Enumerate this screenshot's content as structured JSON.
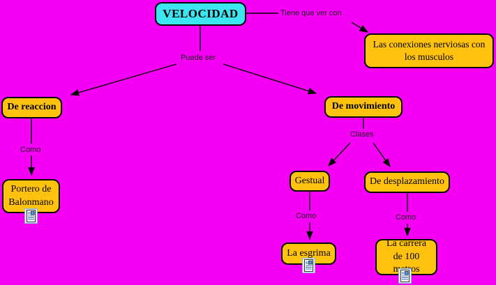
{
  "diagram": {
    "type": "concept-map",
    "colors": {
      "background": "#F500F5",
      "node_fill": "#FFC20E",
      "root_node_fill": "#3CE6F0",
      "border": "#000000",
      "link_line": "#000000"
    },
    "nodes": {
      "velocidad": "VELOCIDAD",
      "conexiones": "Las conexiones nerviosas con los musculos",
      "de_reaccion": "De reaccion",
      "de_movimiento": "De movimiento",
      "portero": "Portero de Balonmano",
      "gestual": "Gestual",
      "desplazamiento": "De desplazamiento",
      "esgrima": "La esgrima",
      "carrera": "La carrera de 100 metros"
    },
    "link_labels": {
      "tiene_que_ver_con": "Tiene que ver con",
      "puede_ser": "Puede ser",
      "como_reaccion": "Como",
      "clases": "Clases",
      "como_gestual": "Como",
      "como_desplazamiento": "Como"
    },
    "icons": {
      "resource_icon": "document-with-image"
    }
  }
}
